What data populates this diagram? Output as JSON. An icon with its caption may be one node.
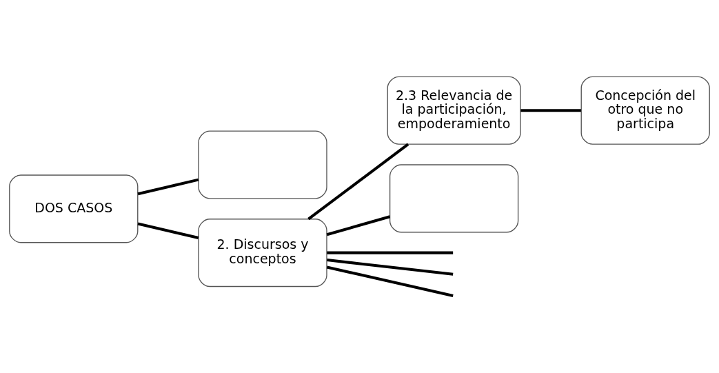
{
  "diagram": {
    "nodes": [
      {
        "text": [
          "DOS CASOS"
        ]
      },
      {
        "text": [],
        "shape": "box"
      },
      {
        "text": [
          "2. Discursos y conceptos"
        ]
      },
      {
        "text": [
          "2.3 Relevancia de la participación, empoderamiento"
        ]
      },
      {
        "text": [
          "Concepción del otro que no participa"
        ]
      },
      {
        "text": [],
        "shape": "box"
      }
    ],
    "edges": [
      {
        "from": 0,
        "to": 1,
        "arrow": "none"
      },
      {
        "from": 0,
        "to": 2,
        "arrow": "none"
      },
      {
        "from": 2,
        "to": null,
        "arrow": "none"
      },
      {
        "from": 2,
        "to": null,
        "arrow": "none"
      },
      {
        "from": 2,
        "to": 3,
        "arrow": "none"
      },
      {
        "from": 3,
        "to": 4,
        "arrow": "none"
      },
      {
        "from": 2,
        "to": 5,
        "arrow": "none"
      },
      {
        "from": 2,
        "to": null,
        "arrow": "none"
      }
    ]
  }
}
